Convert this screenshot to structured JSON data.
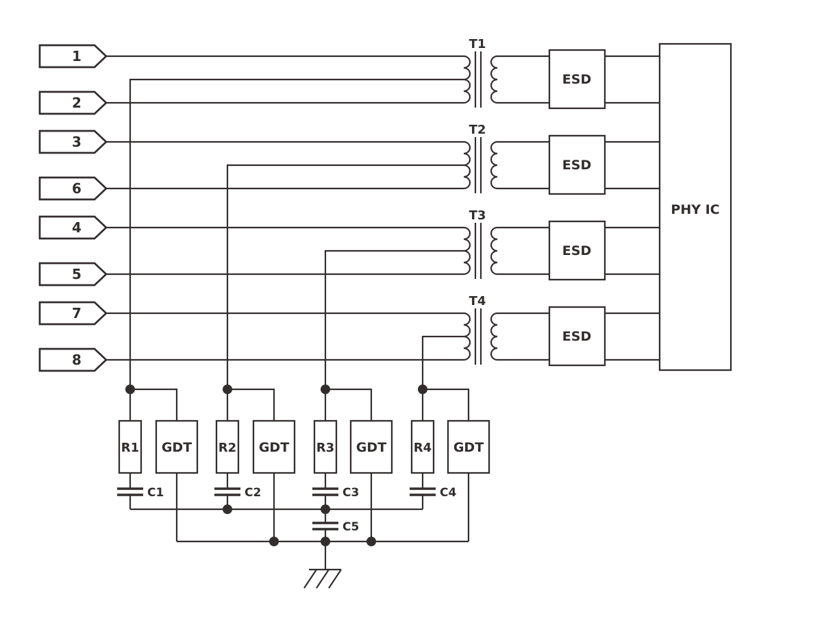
{
  "schematic": {
    "pins": [
      {
        "label": "1"
      },
      {
        "label": "2"
      },
      {
        "label": "3"
      },
      {
        "label": "6"
      },
      {
        "label": "4"
      },
      {
        "label": "5"
      },
      {
        "label": "7"
      },
      {
        "label": "8"
      }
    ],
    "transformers": [
      {
        "label": "T1"
      },
      {
        "label": "T2"
      },
      {
        "label": "T3"
      },
      {
        "label": "T4"
      }
    ],
    "esd_blocks": [
      {
        "label": "ESD"
      },
      {
        "label": "ESD"
      },
      {
        "label": "ESD"
      },
      {
        "label": "ESD"
      }
    ],
    "phy": {
      "label": "PHY IC"
    },
    "protection_groups": [
      {
        "resistor": "R1",
        "gdt": "GDT",
        "capacitor": "C1"
      },
      {
        "resistor": "R2",
        "gdt": "GDT",
        "capacitor": "C2"
      },
      {
        "resistor": "R3",
        "gdt": "GDT",
        "capacitor": "C3"
      },
      {
        "resistor": "R4",
        "gdt": "GDT",
        "capacitor": "C4"
      }
    ],
    "common_capacitor": {
      "label": "C5"
    },
    "colors": {
      "ink": "#332d2d",
      "background": "#ffffff"
    }
  }
}
